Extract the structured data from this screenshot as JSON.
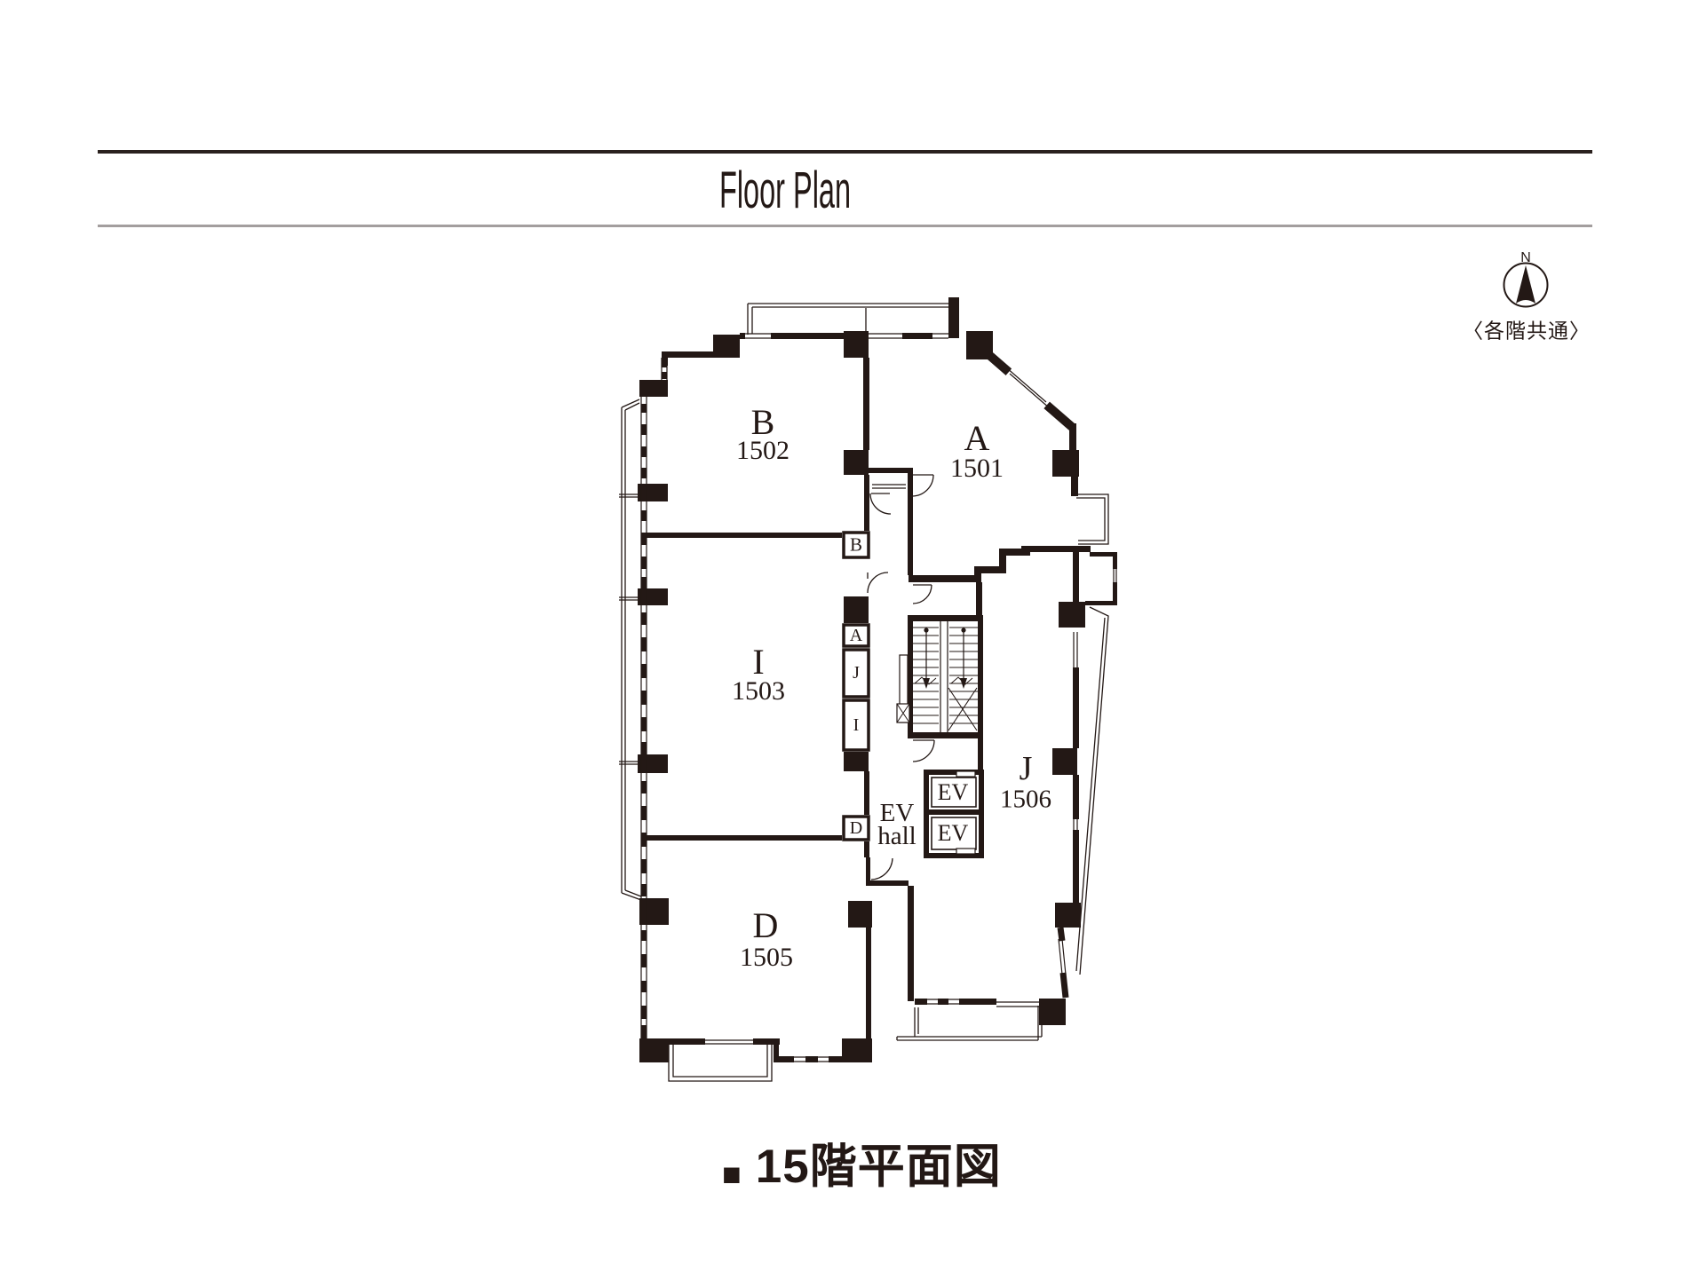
{
  "header": {
    "title": "Floor Plan"
  },
  "compass": {
    "north": "N",
    "note": "〈各階共通〉"
  },
  "caption": {
    "bullet": "■",
    "text": "15階平面図"
  },
  "rooms": {
    "a": {
      "letter": "A",
      "number": "1501"
    },
    "b": {
      "letter": "B",
      "number": "1502"
    },
    "i": {
      "letter": "I",
      "number": "1503"
    },
    "d": {
      "letter": "D",
      "number": "1505"
    },
    "j": {
      "letter": "J",
      "number": "1506"
    }
  },
  "door_tags": {
    "b": "B",
    "a": "A",
    "j": "J",
    "i": "I",
    "d": "D"
  },
  "elevator": {
    "car_label": "EV",
    "hall": {
      "line1": "EV",
      "line2": "hall"
    }
  },
  "colors": {
    "ink": "#231815",
    "rule_gray": "#a39e9e"
  }
}
